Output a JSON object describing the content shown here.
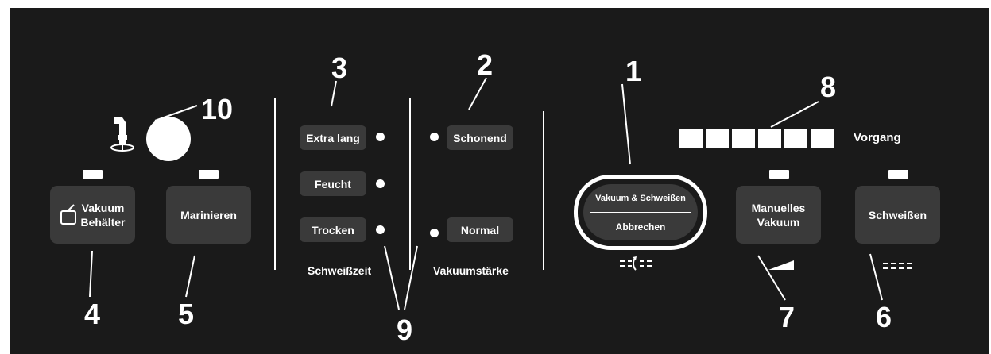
{
  "callouts": {
    "n1": "1",
    "n2": "2",
    "n3": "3",
    "n4": "4",
    "n5": "5",
    "n6": "6",
    "n7": "7",
    "n8": "8",
    "n9": "9",
    "n10": "10"
  },
  "buttons": {
    "vakuum_behaelter": "Vakuum\nBehälter",
    "marinieren": "Marinieren",
    "extra_lang": "Extra lang",
    "feucht": "Feucht",
    "trocken": "Trocken",
    "schonend": "Schonend",
    "normal": "Normal",
    "vakuum_schweissen": "Vakuum & Schweißen",
    "abbrechen": "Abbrechen",
    "manuelles_vakuum": "Manuelles\nVakuum",
    "schweissen": "Schweißen"
  },
  "labels": {
    "schweisszeit": "Schweißzeit",
    "vakuumstaerke": "Vakuumstärke",
    "vorgang": "Vorgang"
  },
  "progress": {
    "segments": 6
  },
  "icons": {
    "container": "container-icon",
    "suction_port": "suction-port-icon",
    "port_hole": "port-circle",
    "rotate": "rotate-arrow-icon",
    "ramp": "ramp-icon",
    "seal_lines": "seal-dashes-icon"
  },
  "colors": {
    "panel": "#1a1a1a",
    "button": "#3a3a3a",
    "foreground": "#ffffff"
  }
}
